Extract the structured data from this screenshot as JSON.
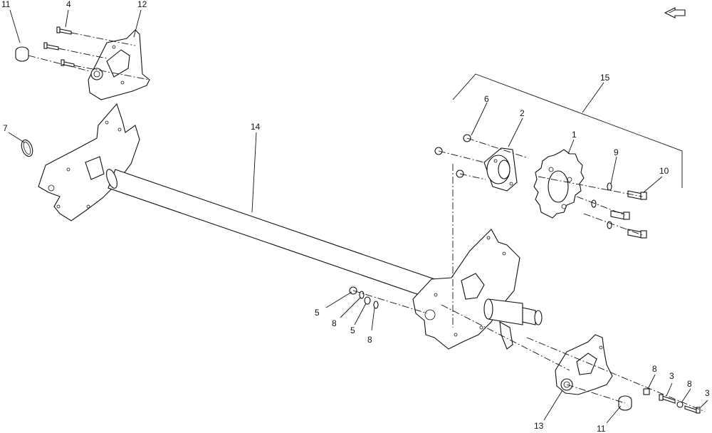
{
  "callouts": {
    "c11a": "11",
    "c4": "4",
    "c12": "12",
    "c7": "7",
    "c14": "14",
    "c15": "15",
    "c6": "6",
    "c2": "2",
    "c1": "1",
    "c9": "9",
    "c10": "10",
    "c5a": "5",
    "c8a": "8",
    "c5b": "5",
    "c8b": "8",
    "c8c": "8",
    "c3a": "3",
    "c8d": "8",
    "c3b": "3",
    "c13": "13",
    "c11b": "11"
  },
  "icons": {
    "nav": "return-arrow-icon"
  }
}
